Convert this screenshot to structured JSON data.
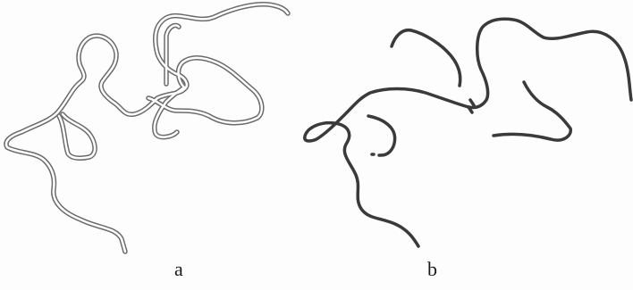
{
  "figure": {
    "panels": [
      {
        "id": "a",
        "label": "a",
        "style": "outlined strand"
      },
      {
        "id": "b",
        "label": "b",
        "style": "solid strand"
      }
    ],
    "colors": {
      "outline_stroke": "#6b6b6b",
      "outline_fill": "#ffffff",
      "solid_stroke": "#3a3a3a",
      "label": "#1a1a1a",
      "background": "#fdfdfd"
    }
  }
}
